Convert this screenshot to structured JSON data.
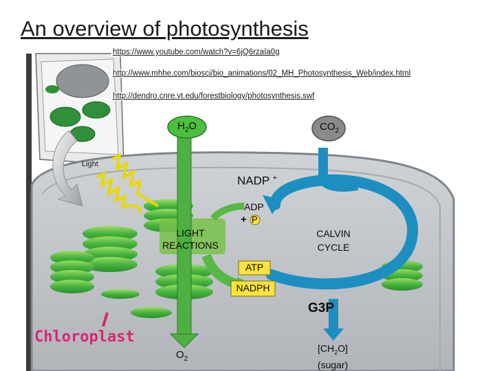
{
  "title": "An overview of photosynthesis",
  "links": [
    "https://www.youtube.com/watch?v=6jQ6rzaIa0g",
    "http://www.mhhe.com/biosci/bio_animations/02_MH_Photosynthesis_Web/index.html",
    "http://dendro.cnre.vt.edu/forestbiology/photosynthesis.swf"
  ],
  "labels": {
    "h2o": "H",
    "h2o_sub": "2",
    "h2o_tail": "O",
    "co2": "CO",
    "co2_sub": "2",
    "light": "Light",
    "nadp": "NADP",
    "nadp_sup": "+",
    "adp": "ADP",
    "plus": "+",
    "p": "P",
    "light_reactions_1": "LIGHT",
    "light_reactions_2": "REACTIONS",
    "calvin_1": "CALVIN",
    "calvin_2": "CYCLE",
    "atp": "ATP",
    "nadph": "NADPH",
    "g3p": "G3P",
    "chloroplast": "Chloroplast",
    "o2": "O",
    "o2_sub": "2",
    "sugar_1": "[CH",
    "sugar_sub": "2",
    "sugar_tail": "O]",
    "sugar_2": "(sugar)"
  },
  "colors": {
    "stroma": "#bfc3c7",
    "membrane": "#8a9097",
    "green": "#3fae49",
    "light_green": "#9bd44a",
    "blue": "#1c8fc0",
    "yellow": "#ffe23a",
    "h2o_badge": "#4bbf3e",
    "co2_badge": "#8a8a8a",
    "chloroplast_text": "#d9266e"
  }
}
